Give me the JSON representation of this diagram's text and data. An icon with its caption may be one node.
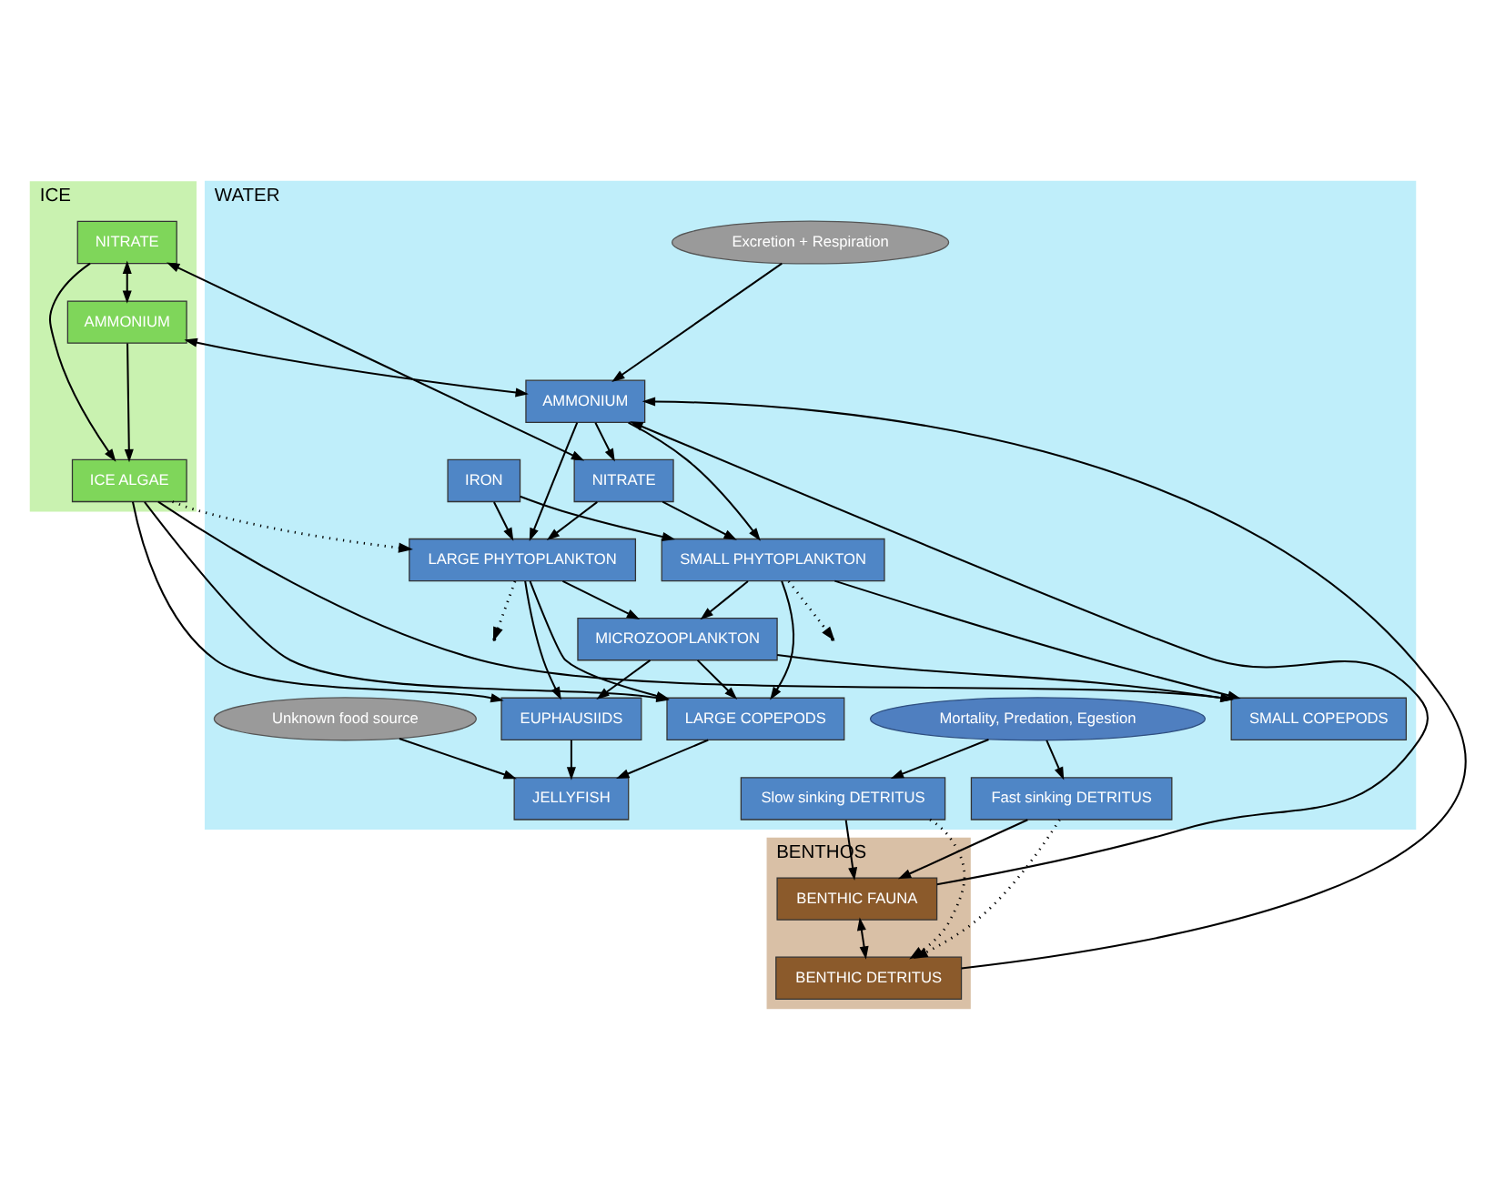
{
  "diagram": {
    "nodes": [
      {
        "text": [
          "ICE"
        ]
      },
      {
        "text": [
          "NITRATE"
        ],
        "in": 0
      },
      {
        "text": [
          "ICE ALGAE"
        ],
        "in": 0
      },
      {
        "text": [
          "AMMONIUM"
        ],
        "in": 0
      },
      {
        "text": [
          "WATER"
        ]
      },
      {
        "text": [
          "IRON"
        ],
        "in": 4
      },
      {
        "text": [
          "NITRATE"
        ],
        "in": 4
      },
      {
        "text": [
          "AMMONIUM"
        ],
        "in": 4
      },
      {
        "text": [
          "Excretion + Respiration"
        ],
        "in": 4
      },
      {
        "text": [
          "SMALL PHYTOPLANKTON"
        ],
        "in": 4
      },
      {
        "text": [
          "LARGE PHYTOPLANKTON"
        ],
        "in": 4
      },
      {
        "text": [
          "MICROZOOPLANKTON"
        ],
        "in": 4
      },
      {
        "text": [
          "SMALL COPEPODS"
        ],
        "in": 4
      },
      {
        "text": [
          "Mortality, Predation, Egestion"
        ],
        "in": 4
      },
      {
        "text": [
          "LARGE COPEPODS"
        ],
        "in": 4
      },
      {
        "text": [
          "Fast sinking DETRITUS"
        ],
        "in": 4
      },
      {
        "text": [
          "Slow sinking DETRITUS"
        ],
        "in": 4
      },
      {
        "text": [
          "EUPHAUSIIDS"
        ],
        "in": 4
      },
      {
        "text": [
          "Unknown food source"
        ],
        "in": 4
      },
      {
        "text": [
          "JELLYFISH"
        ],
        "in": 4
      },
      {
        "text": [
          "BENTHOS"
        ]
      },
      {
        "text": [
          "BENTHIC FAUNA"
        ],
        "in": 20
      },
      {
        "text": [
          "BENTHIC DETRITUS"
        ],
        "in": 20
      }
    ],
    "edges": [
      {
        "from": 1,
        "to": 3,
        "arrow": "both"
      },
      {
        "from": 1,
        "to": 2,
        "arrow": "to"
      },
      {
        "from": 3,
        "to": 2,
        "arrow": "to"
      },
      {
        "from": 1,
        "to": 6,
        "arrow": "both"
      },
      {
        "from": 3,
        "to": 7,
        "arrow": "both"
      },
      {
        "from": 7,
        "to": 6,
        "arrow": "to"
      },
      {
        "from": 8,
        "to": 7,
        "arrow": "to"
      },
      {
        "from": 5,
        "to": 9,
        "arrow": "to"
      },
      {
        "from": 5,
        "to": 10,
        "arrow": "to"
      },
      {
        "from": 6,
        "to": 9,
        "arrow": "to"
      },
      {
        "from": 6,
        "to": 10,
        "arrow": "to"
      },
      {
        "from": 7,
        "to": 9,
        "arrow": "to"
      },
      {
        "from": 7,
        "to": 10,
        "arrow": "to"
      },
      {
        "from": 2,
        "to": 10,
        "arrow": "to",
        "style": "dashed"
      },
      {
        "from": 9,
        "to": null,
        "arrow": "to",
        "style": "dashed"
      },
      {
        "from": 10,
        "to": null,
        "arrow": "to",
        "style": "dashed"
      },
      {
        "from": 9,
        "to": 11,
        "arrow": "to"
      },
      {
        "from": 10,
        "to": 11,
        "arrow": "to"
      },
      {
        "from": 9,
        "to": 12,
        "arrow": "to"
      },
      {
        "from": 9,
        "to": 14,
        "arrow": "to"
      },
      {
        "from": 11,
        "to": 12,
        "arrow": "to"
      },
      {
        "from": 11,
        "to": 14,
        "arrow": "to"
      },
      {
        "from": 11,
        "to": 17,
        "arrow": "to"
      },
      {
        "from": 2,
        "to": 12,
        "arrow": "to"
      },
      {
        "from": 2,
        "to": 14,
        "arrow": "to"
      },
      {
        "from": 2,
        "to": 17,
        "arrow": "to"
      },
      {
        "from": 10,
        "to": 14,
        "arrow": "to"
      },
      {
        "from": 10,
        "to": 17,
        "arrow": "to"
      },
      {
        "from": 14,
        "to": 19,
        "arrow": "to"
      },
      {
        "from": 17,
        "to": 19,
        "arrow": "to"
      },
      {
        "from": 18,
        "to": 19,
        "arrow": "to"
      },
      {
        "from": 13,
        "to": 15,
        "arrow": "to"
      },
      {
        "from": 13,
        "to": 16,
        "arrow": "to"
      },
      {
        "from": 15,
        "to": 21,
        "arrow": "to"
      },
      {
        "from": 16,
        "to": 21,
        "arrow": "to"
      },
      {
        "from": 15,
        "to": 22,
        "arrow": "to",
        "style": "dashed"
      },
      {
        "from": 16,
        "to": 22,
        "arrow": "to",
        "style": "dashed"
      },
      {
        "from": 21,
        "to": 22,
        "arrow": "both"
      },
      {
        "from": 21,
        "to": 7,
        "arrow": "to"
      },
      {
        "from": 22,
        "to": 7,
        "arrow": "to"
      }
    ]
  }
}
